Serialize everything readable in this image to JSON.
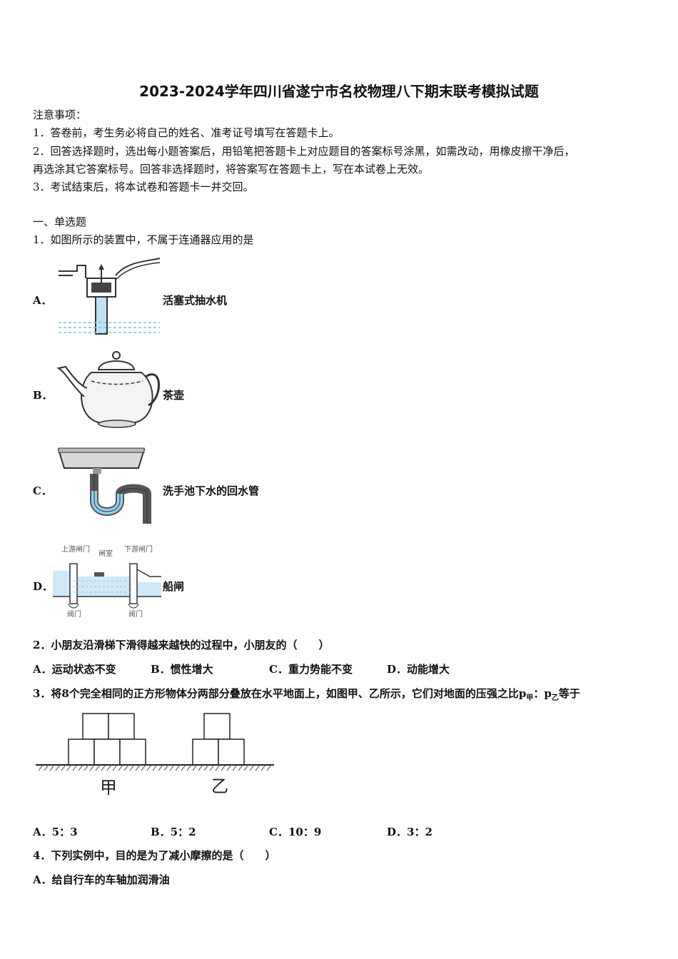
{
  "title": "2023-2024学年四川省遂宁市名校物理八下期末联考模拟试题",
  "notes": {
    "heading": "注意事项：",
    "items": [
      "1．答卷前，考生务必将自己的姓名、准考证号填写在答题卡上。",
      "2．回答选择题时，选出每小题答案后，用铅笔把答题卡上对应题目的答案标号涂黑，如需改动，用橡皮擦干净后，",
      "再选涂其它答案标号。回答非选择题时，将答案写在答题卡上，写在本试卷上无效。",
      "3．考试结束后，将本试卷和答题卡一并交回。"
    ]
  },
  "section": "一、单选题",
  "q1": {
    "stem": "1．如图所示的装置中，不属于连通器应用的是",
    "options": [
      {
        "letter": "A．",
        "text": "活塞式抽水机"
      },
      {
        "letter": "B．",
        "text": "茶壶"
      },
      {
        "letter": "C．",
        "text": "洗手池下水的回水管"
      },
      {
        "letter": "D．",
        "text": "船闸"
      }
    ],
    "lock_labels": {
      "upper_gate": "上游闸门",
      "chamber": "闸室",
      "lower_gate": "下游闸门",
      "valve_left": "阀门",
      "valve_right": "阀门"
    }
  },
  "q2": {
    "stem": "2．小朋友沿滑梯下滑得越来越快的过程中，小朋友的（　　）",
    "choices": [
      "A．运动状态不变",
      "B．惯性增大",
      "C．重力势能不变",
      "D．动能增大"
    ]
  },
  "q3": {
    "stem": "3．将8个完全相同的正方形物体分两部分叠放在水平地面上，如图甲、乙所示，它们对地面的压强之比p",
    "sub1": "甲",
    "mid": "：p",
    "sub2": "乙",
    "tail": "等于",
    "fig_labels": [
      "甲",
      "乙"
    ],
    "choices": [
      "A．5：3",
      "B．5：2",
      "C．10：9",
      "D．3：2"
    ]
  },
  "q4": {
    "stem": "4．下列实例中，目的是为了减小摩擦的是（　　）",
    "choices": [
      "A．给自行车的车轴加润滑油"
    ]
  }
}
